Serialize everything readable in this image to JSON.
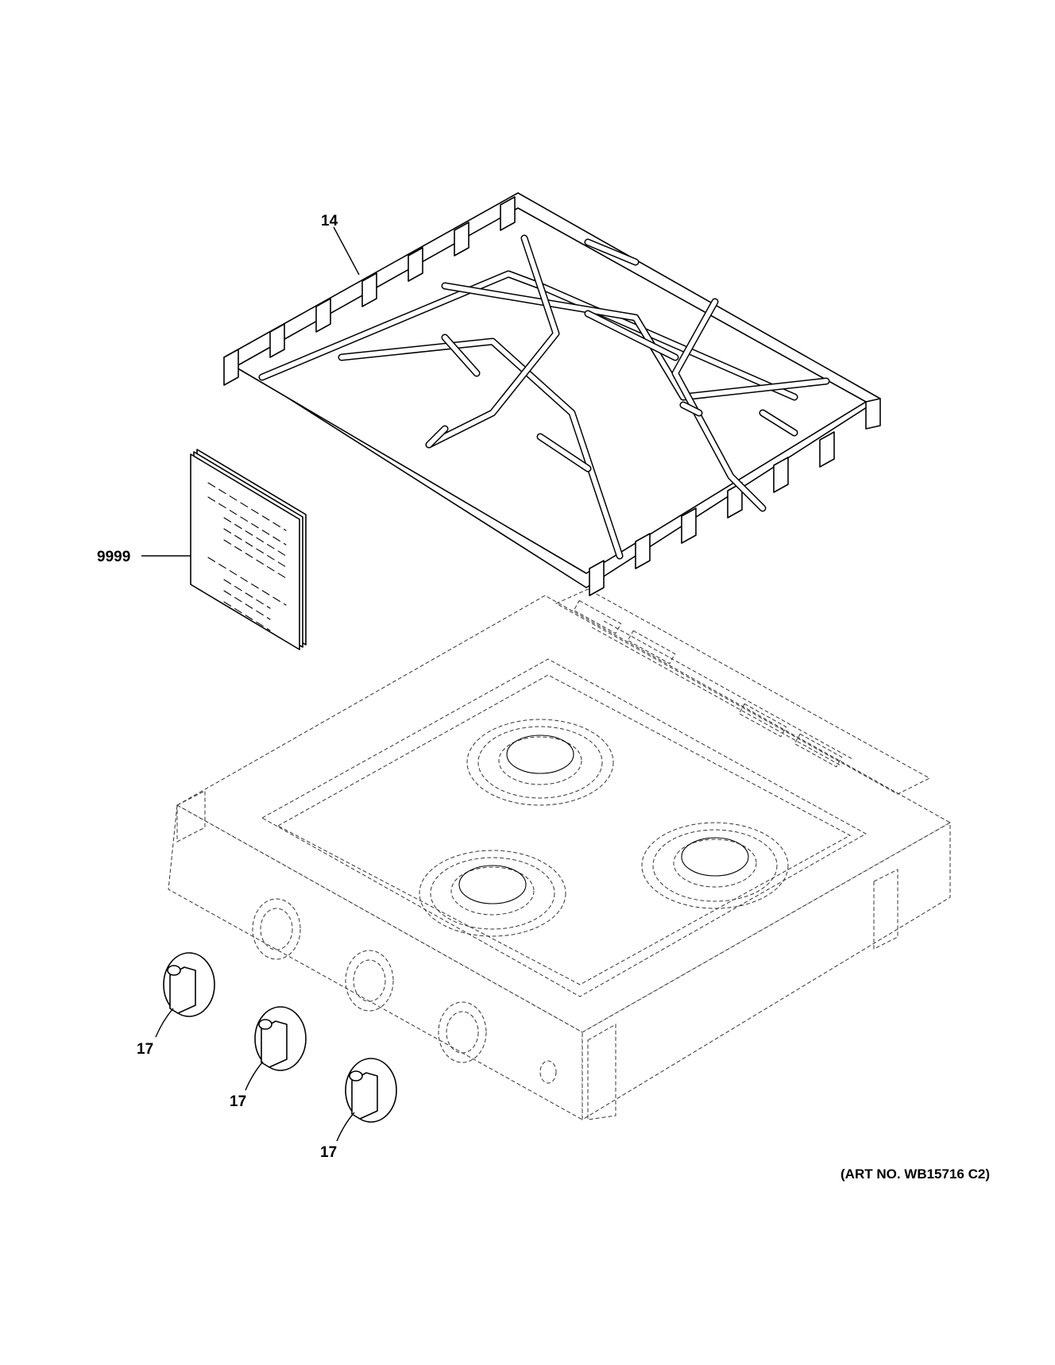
{
  "callouts": {
    "grate": "14",
    "manual": "9999",
    "knob_1": "17",
    "knob_2": "17",
    "knob_3": "17"
  },
  "art_number": "(ART NO. WB15716 C2)",
  "parts": [
    {
      "callout": "14",
      "icon": "burner-grate"
    },
    {
      "callout": "9999",
      "icon": "literature-booklet"
    },
    {
      "callout": "17",
      "icon": "control-knob"
    }
  ]
}
